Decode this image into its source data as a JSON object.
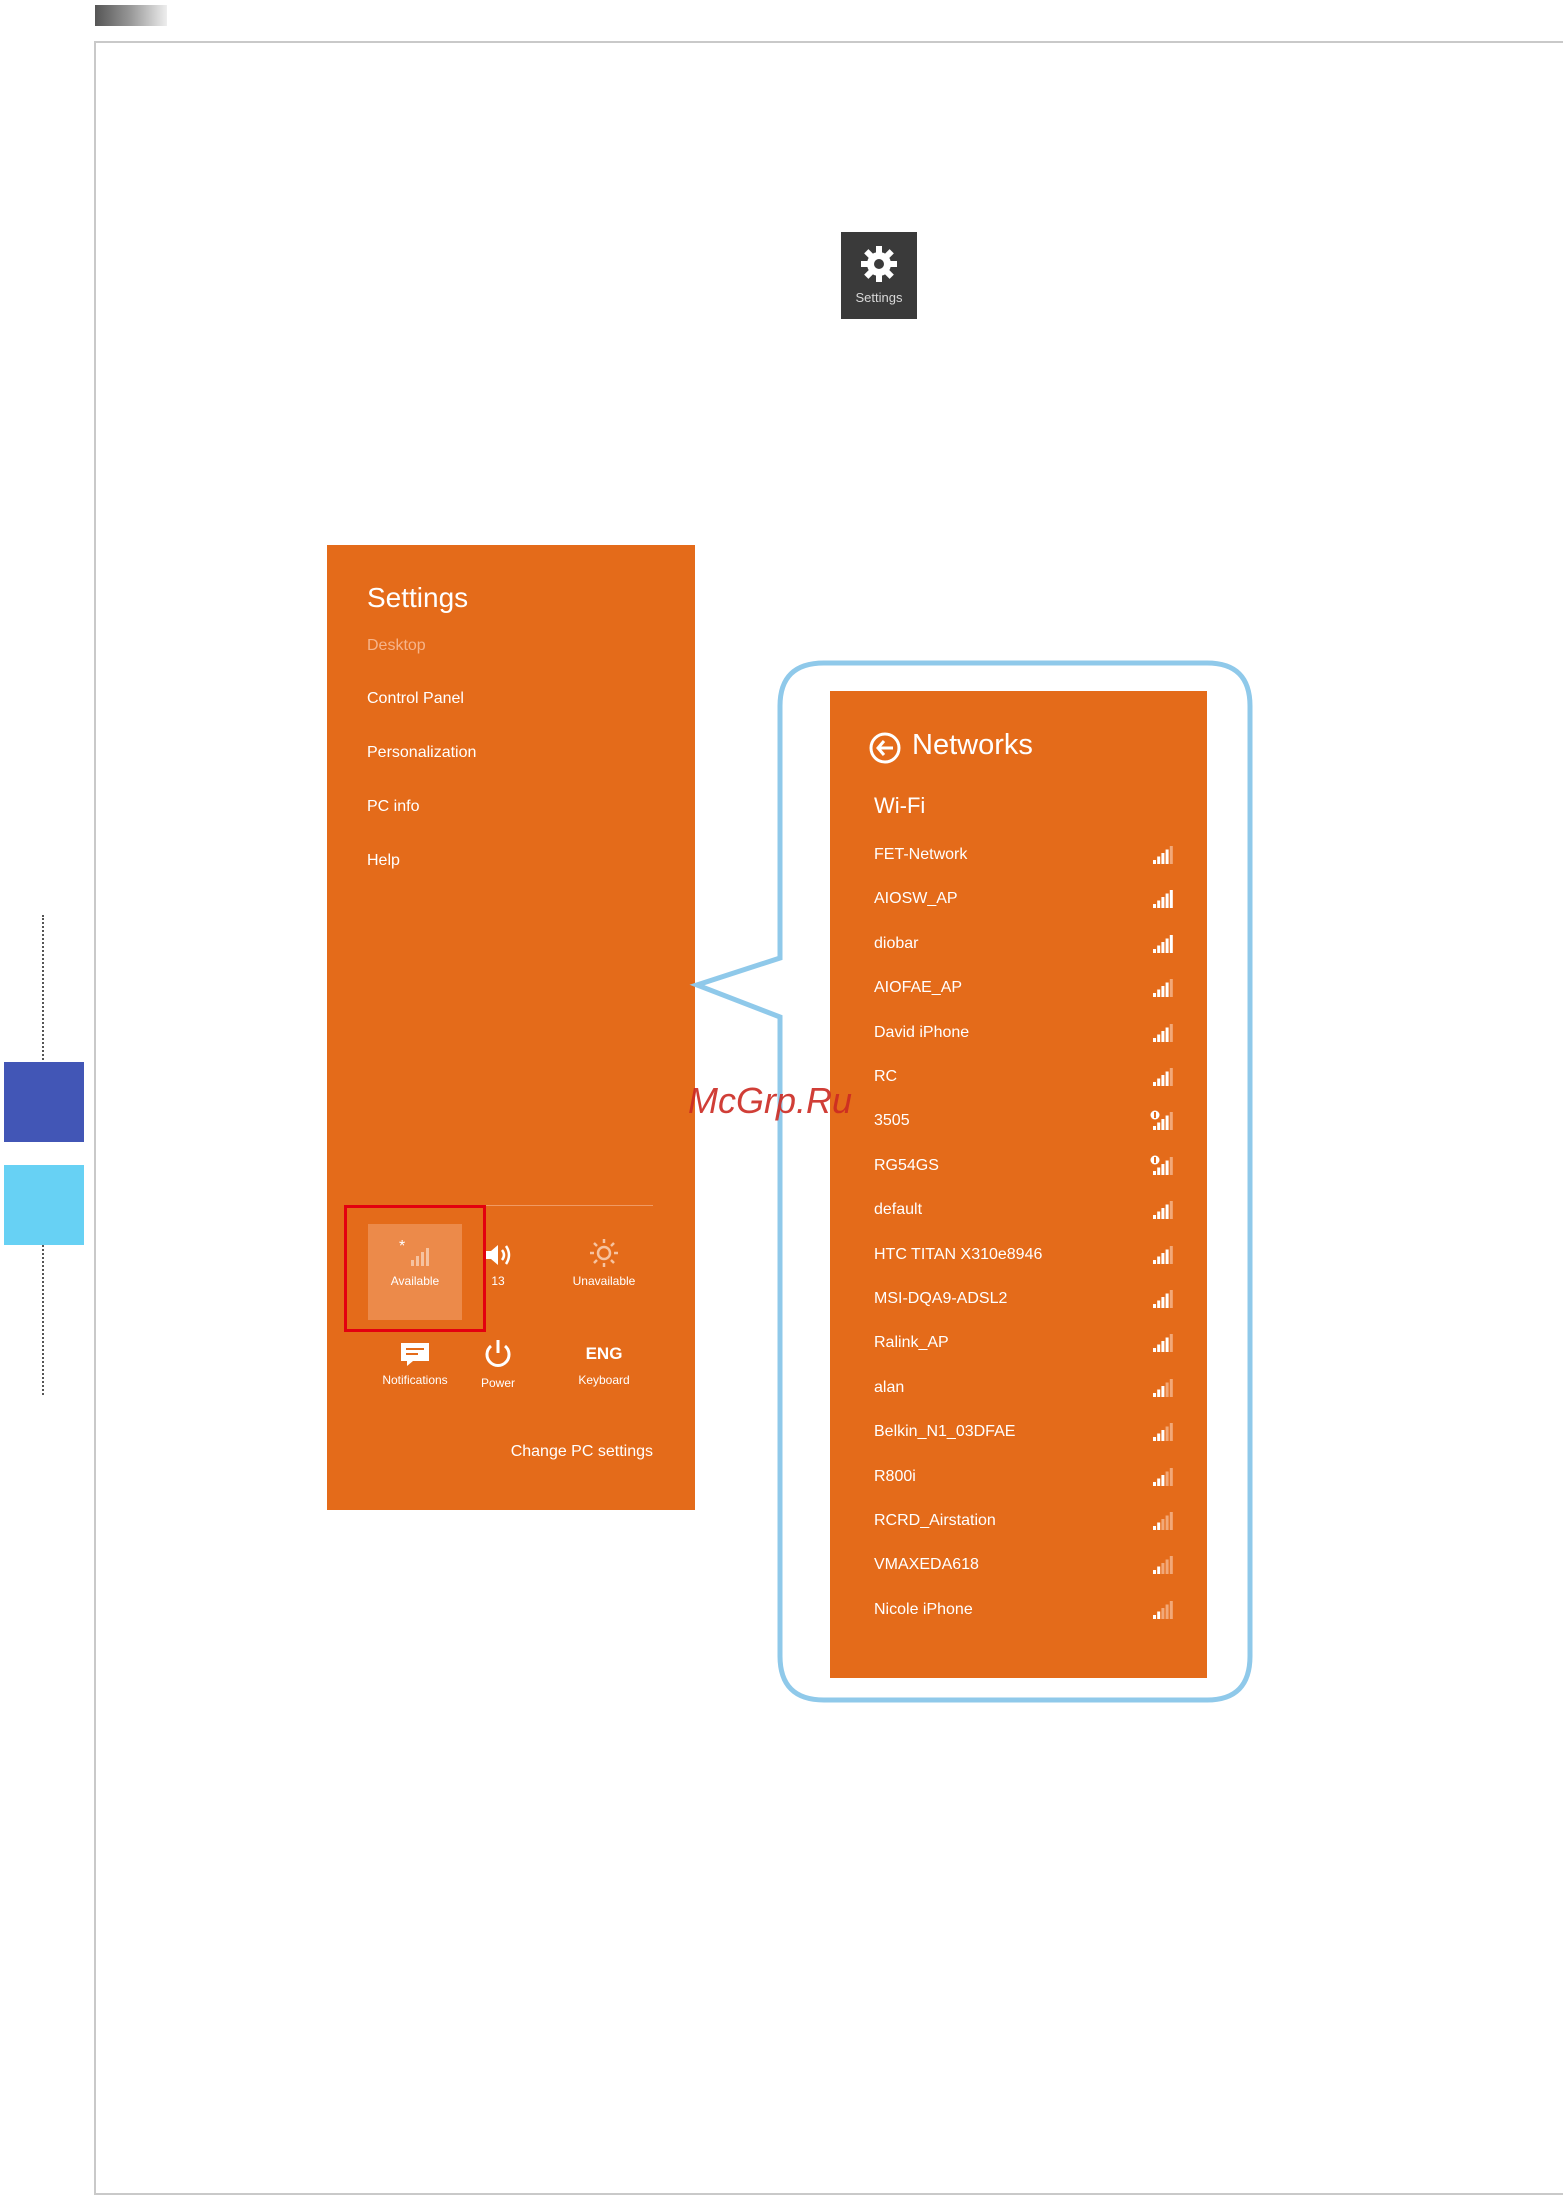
{
  "charm": {
    "label": "Settings",
    "icon": "gear-icon"
  },
  "settings": {
    "title": "Settings",
    "context": "Desktop",
    "items": [
      "Control Panel",
      "Personalization",
      "PC info",
      "Help"
    ],
    "status": {
      "wifi": "Available",
      "volume": "13",
      "brightness": "Unavailable",
      "notifications": "Notifications",
      "power": "Power",
      "keyboard_code": "ENG",
      "keyboard": "Keyboard"
    },
    "change_pc_settings": "Change PC settings"
  },
  "networks": {
    "title": "Networks",
    "section": "Wi-Fi",
    "list": [
      {
        "name": "FET-Network",
        "secured": false,
        "strength": 4
      },
      {
        "name": "AIOSW_AP",
        "secured": false,
        "strength": 5
      },
      {
        "name": "diobar",
        "secured": false,
        "strength": 5
      },
      {
        "name": "AIOFAE_AP",
        "secured": false,
        "strength": 4
      },
      {
        "name": "David iPhone",
        "secured": false,
        "strength": 4
      },
      {
        "name": "RC",
        "secured": false,
        "strength": 4
      },
      {
        "name": "3505",
        "secured": true,
        "strength": 4
      },
      {
        "name": "RG54GS",
        "secured": true,
        "strength": 4
      },
      {
        "name": "default",
        "secured": false,
        "strength": 4
      },
      {
        "name": "HTC TITAN X310e8946",
        "secured": false,
        "strength": 4
      },
      {
        "name": "MSI-DQA9-ADSL2",
        "secured": false,
        "strength": 4
      },
      {
        "name": "Ralink_AP",
        "secured": false,
        "strength": 4
      },
      {
        "name": "alan",
        "secured": false,
        "strength": 3
      },
      {
        "name": "Belkin_N1_03DFAE",
        "secured": false,
        "strength": 3
      },
      {
        "name": "R800i",
        "secured": false,
        "strength": 3
      },
      {
        "name": "RCRD_Airstation",
        "secured": false,
        "strength": 2
      },
      {
        "name": "VMAXEDA618",
        "secured": false,
        "strength": 2
      },
      {
        "name": "Nicole iPhone",
        "secured": false,
        "strength": 2
      }
    ]
  },
  "watermark": "McGrp.Ru",
  "colors": {
    "panel_orange": "#e46b1a",
    "callout_blue": "#8fc9ea",
    "highlight_red": "#e3000f",
    "tab_blue": "#4256b6",
    "tab_cyan": "#67d1f4"
  }
}
